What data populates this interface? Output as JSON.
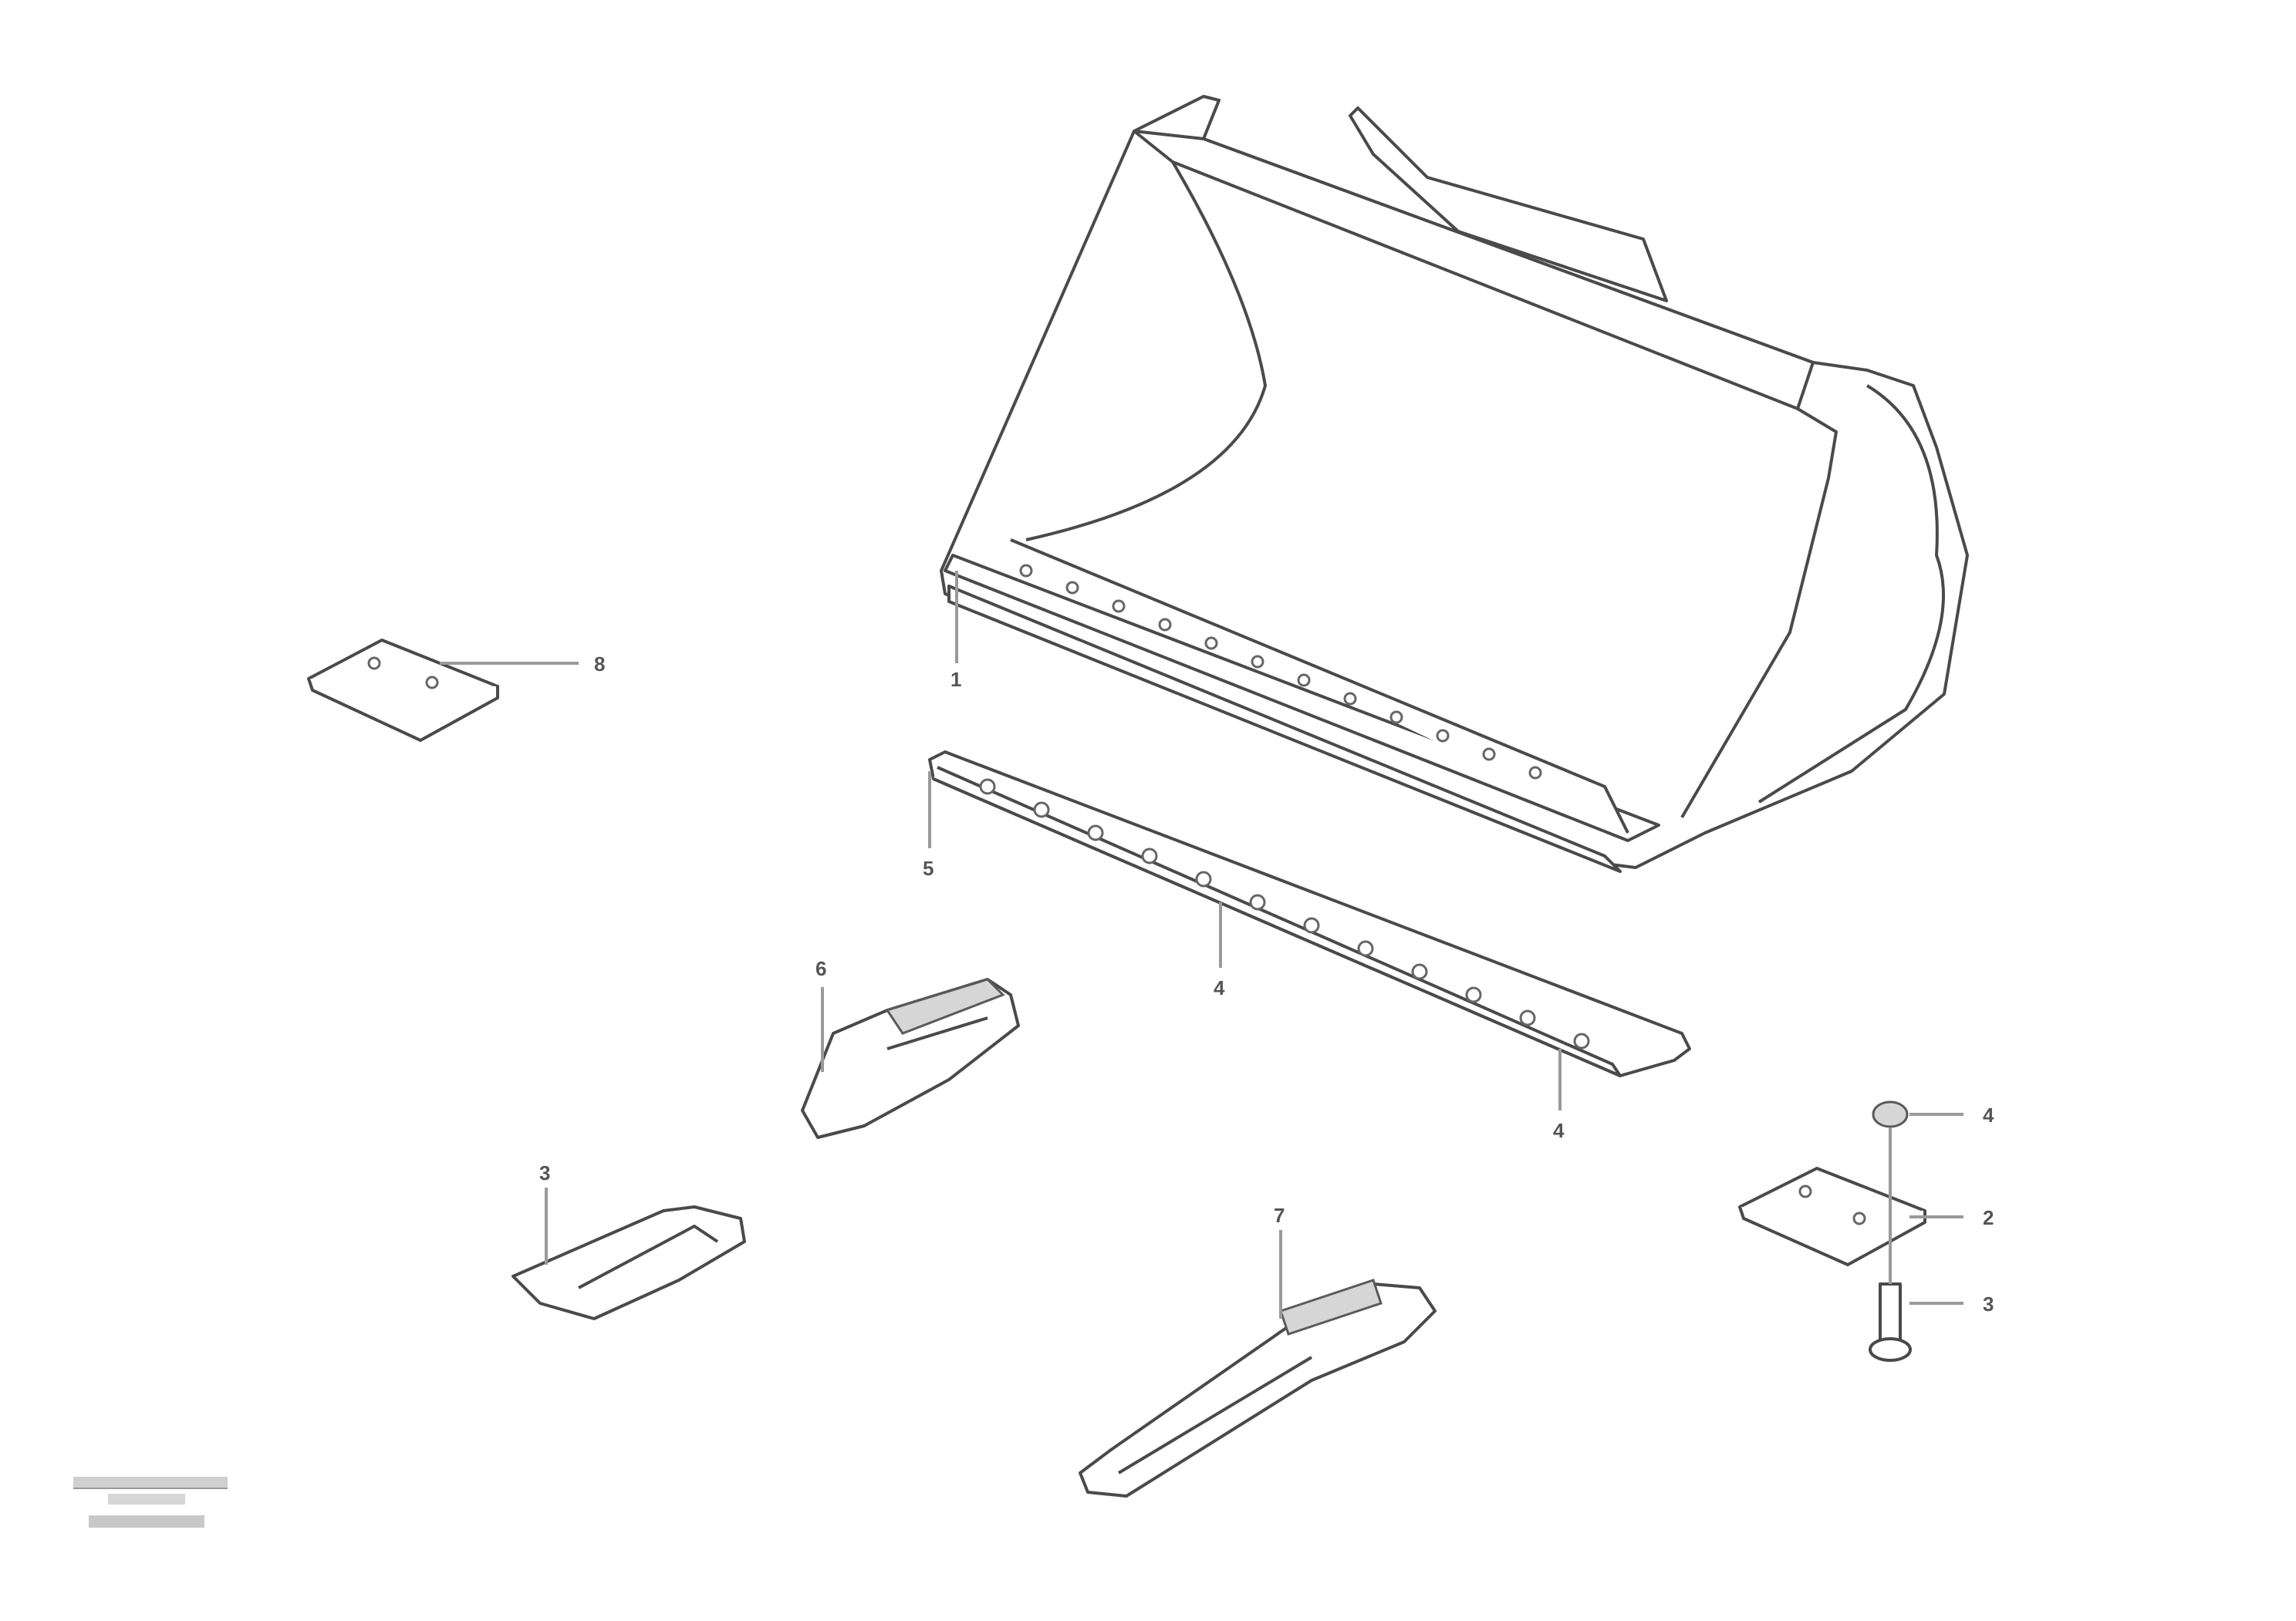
{
  "diagram": {
    "type": "exploded-parts-view",
    "subject": "loader bucket with teeth and cutting edge",
    "callouts": [
      {
        "id": "c-plate-left",
        "label": "8",
        "part": "wear plate (left)"
      },
      {
        "id": "c-bucket",
        "label": "1",
        "part": "bucket"
      },
      {
        "id": "c-edge-left",
        "label": "5",
        "part": "cutting edge"
      },
      {
        "id": "c-edge-mid",
        "label": "4",
        "part": "cutting edge"
      },
      {
        "id": "c-edge-right",
        "label": "4",
        "part": "cutting edge"
      },
      {
        "id": "c-adapter",
        "label": "6",
        "part": "tooth adapter"
      },
      {
        "id": "c-tooth-small",
        "label": "3",
        "part": "tooth"
      },
      {
        "id": "c-tooth-long",
        "label": "7",
        "part": "tooth"
      },
      {
        "id": "c-nut",
        "label": "4",
        "part": "nut"
      },
      {
        "id": "c-plate-right",
        "label": "2",
        "part": "wear plate (right)"
      },
      {
        "id": "c-bolt",
        "label": "3",
        "part": "bolt"
      }
    ],
    "stamp": {
      "line1": "",
      "line2": "",
      "line3": ""
    }
  },
  "colors": {
    "line": "#4a4a4a",
    "leader": "#9a9a9a",
    "background": "#ffffff"
  }
}
